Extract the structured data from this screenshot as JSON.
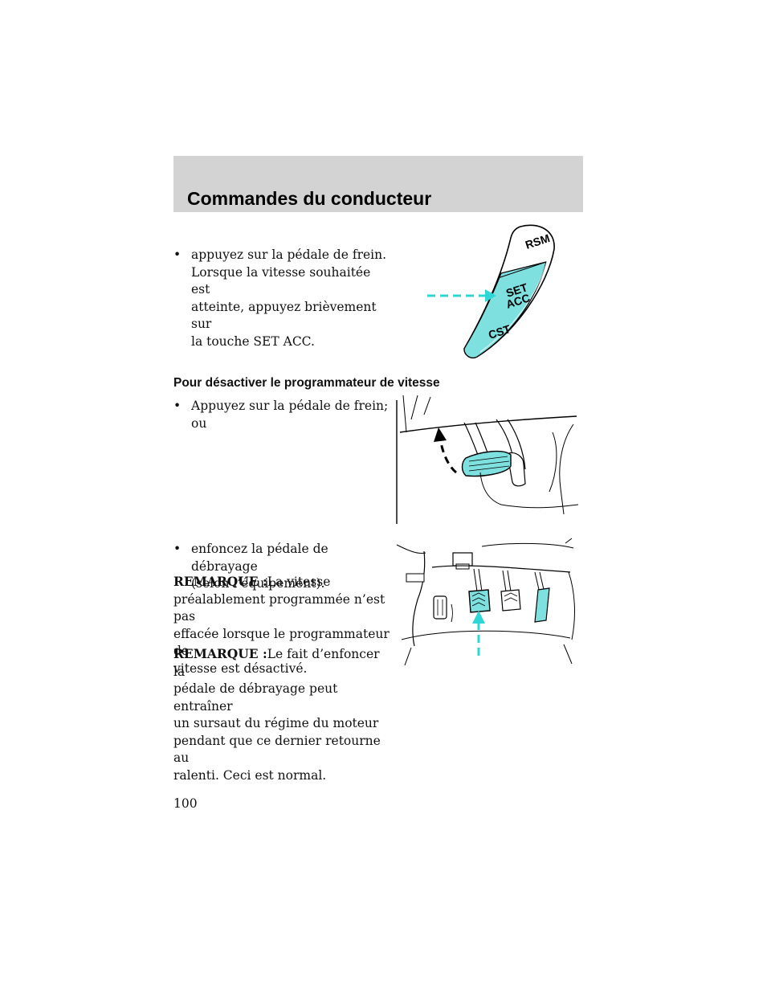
{
  "header": {
    "title": "Commandes du conducteur"
  },
  "bullet_glyph": "•",
  "item1": [
    "appuyez sur la pédale de frein.",
    "Lorsque la vitesse souhaitée est",
    "atteinte, appuyez brièvement sur",
    "la touche SET ACC."
  ],
  "section": {
    "heading": "Pour désactiver le programmateur de vitesse"
  },
  "item2": [
    "Appuyez sur la pédale de frein;",
    "ou"
  ],
  "item3": [
    "enfoncez la pédale de débrayage",
    "(selon l’équipement)."
  ],
  "note1": {
    "label": "REMARQUE :",
    "lines": [
      "La vitesse",
      "préalablement programmée n’est pas",
      "effacée lorsque le programmateur de",
      "vitesse est désactivé."
    ]
  },
  "note2": {
    "label": "REMARQUE :",
    "lines": [
      "Le fait d’enfoncer la",
      "pédale de débrayage peut entraîner",
      "un sursaut du régime du moteur",
      "pendant que ce dernier retourne au",
      "ralenti. Ceci est normal."
    ]
  },
  "switch_labels": {
    "rsm": "RSM",
    "set": "SET",
    "acc": "ACC",
    "cst": "CST"
  },
  "page_number": "100",
  "colors": {
    "header_bg": "#d3d3d3",
    "highlight": "#7fe0e0",
    "arrow": "#2fd6d6"
  }
}
